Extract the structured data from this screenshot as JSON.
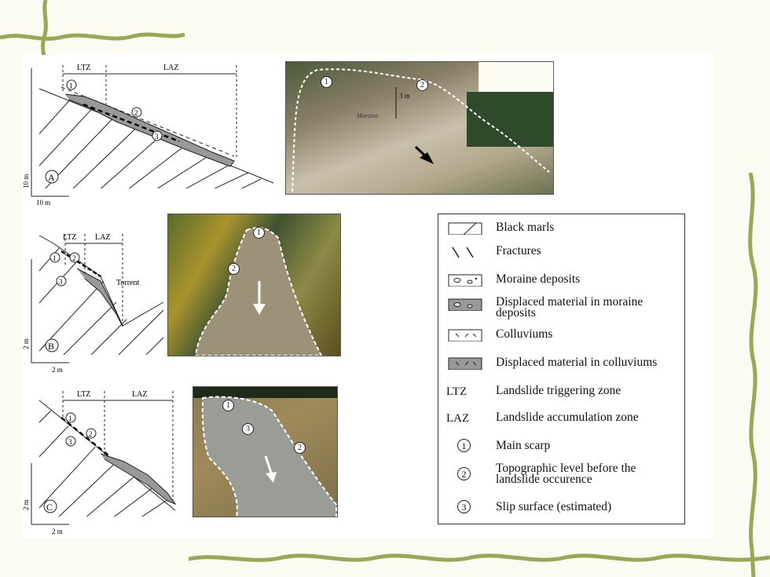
{
  "figure_a": {
    "zone1": "LTZ",
    "zone2": "LAZ",
    "panel_label": "A",
    "scale_v": "10 m",
    "scale_h": "10 m",
    "markers": [
      "1",
      "2",
      "3"
    ]
  },
  "figure_b": {
    "zone1": "LTZ",
    "zone2": "LAZ",
    "panel_label": "B",
    "torrent": "Torrent",
    "scale_v": "2 m",
    "scale_h": "2 m",
    "markers": [
      "1",
      "2",
      "3"
    ]
  },
  "figure_c": {
    "zone1": "LTZ",
    "zone2": "LAZ",
    "panel_label": "C",
    "scale_v": "2 m",
    "scale_h": "2 m",
    "markers": [
      "1",
      "2",
      "3"
    ]
  },
  "photo_a": {
    "markers": [
      "1",
      "2"
    ],
    "scale_note": "3 m",
    "deposit_note": "Moraine"
  },
  "photo_b": {
    "markers": [
      "1",
      "2"
    ]
  },
  "photo_c": {
    "markers": [
      "1",
      "3",
      "2"
    ]
  },
  "legend": {
    "items": [
      {
        "symbol": "black-marls",
        "label": "Black marls"
      },
      {
        "symbol": "fractures",
        "label": "Fractures"
      },
      {
        "symbol": "moraine",
        "label": "Moraine deposits"
      },
      {
        "symbol": "displaced-moraine",
        "label": "Displaced material in moraine deposits"
      },
      {
        "symbol": "colluviums",
        "label": "Colluviums"
      },
      {
        "symbol": "displaced-colluviums",
        "label": "Displaced material in colluviums"
      },
      {
        "symbol": "LTZ",
        "label": "Landslide triggering zone"
      },
      {
        "symbol": "LAZ",
        "label": "Landslide accumulation zone"
      },
      {
        "symbol": "1",
        "label": "Main scarp"
      },
      {
        "symbol": "2",
        "label": "Topographic level before the landslide occurence"
      },
      {
        "symbol": "3",
        "label": "Slip surface (estimated)"
      }
    ]
  },
  "colors": {
    "vine": "#9aa855",
    "background": "#fbfaf3",
    "dashed_line": "#ffffff"
  }
}
